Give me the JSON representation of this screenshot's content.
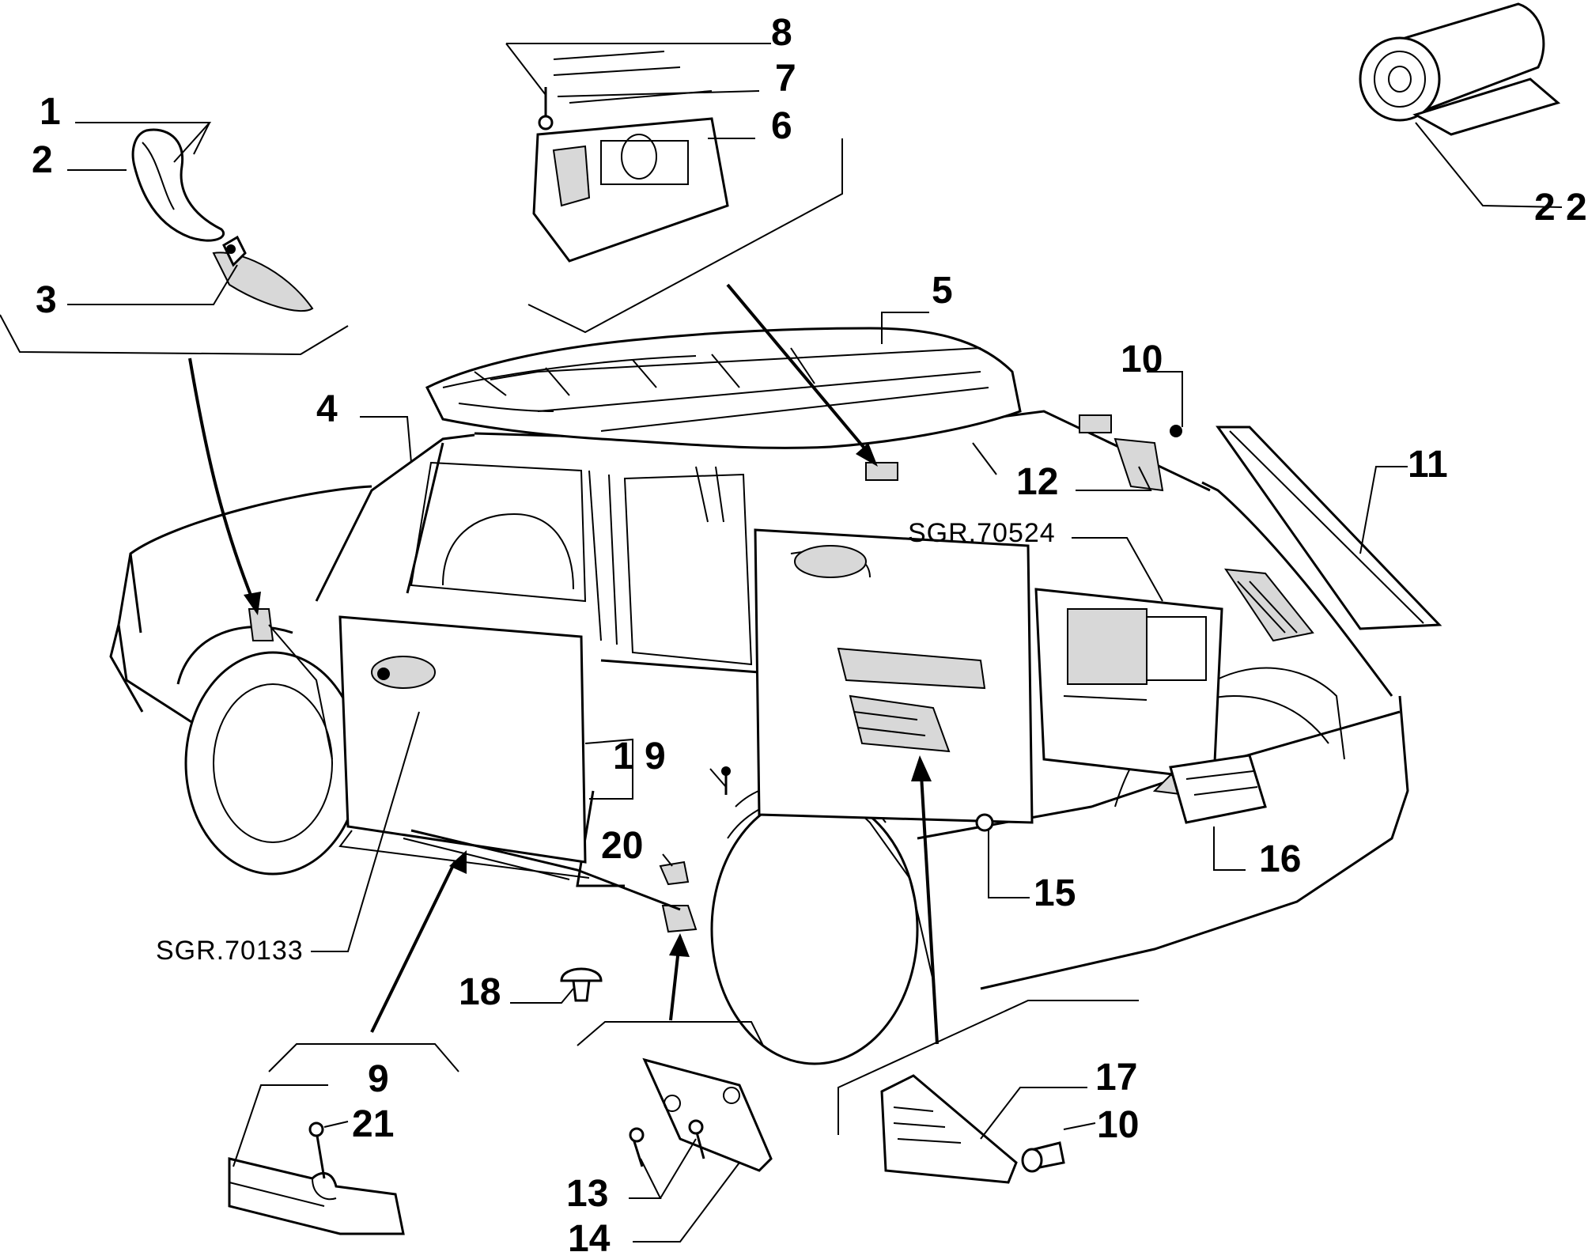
{
  "labels": {
    "l1": "1",
    "l2": "2",
    "l3": "3",
    "l4": "4",
    "l5": "5",
    "l6": "6",
    "l7": "7",
    "l8": "8",
    "l9": "9",
    "l10a": "10",
    "l10b": "10",
    "l11": "11",
    "l12": "12",
    "l13": "13",
    "l14": "14",
    "l15": "15",
    "l16": "16",
    "l17": "17",
    "l18": "18",
    "l19": "1 9",
    "l20": "20",
    "l21": "21",
    "l22": "2 2"
  },
  "refs": {
    "sgr_70524": "SGR.70524",
    "sgr_70133": "SGR.70133"
  }
}
